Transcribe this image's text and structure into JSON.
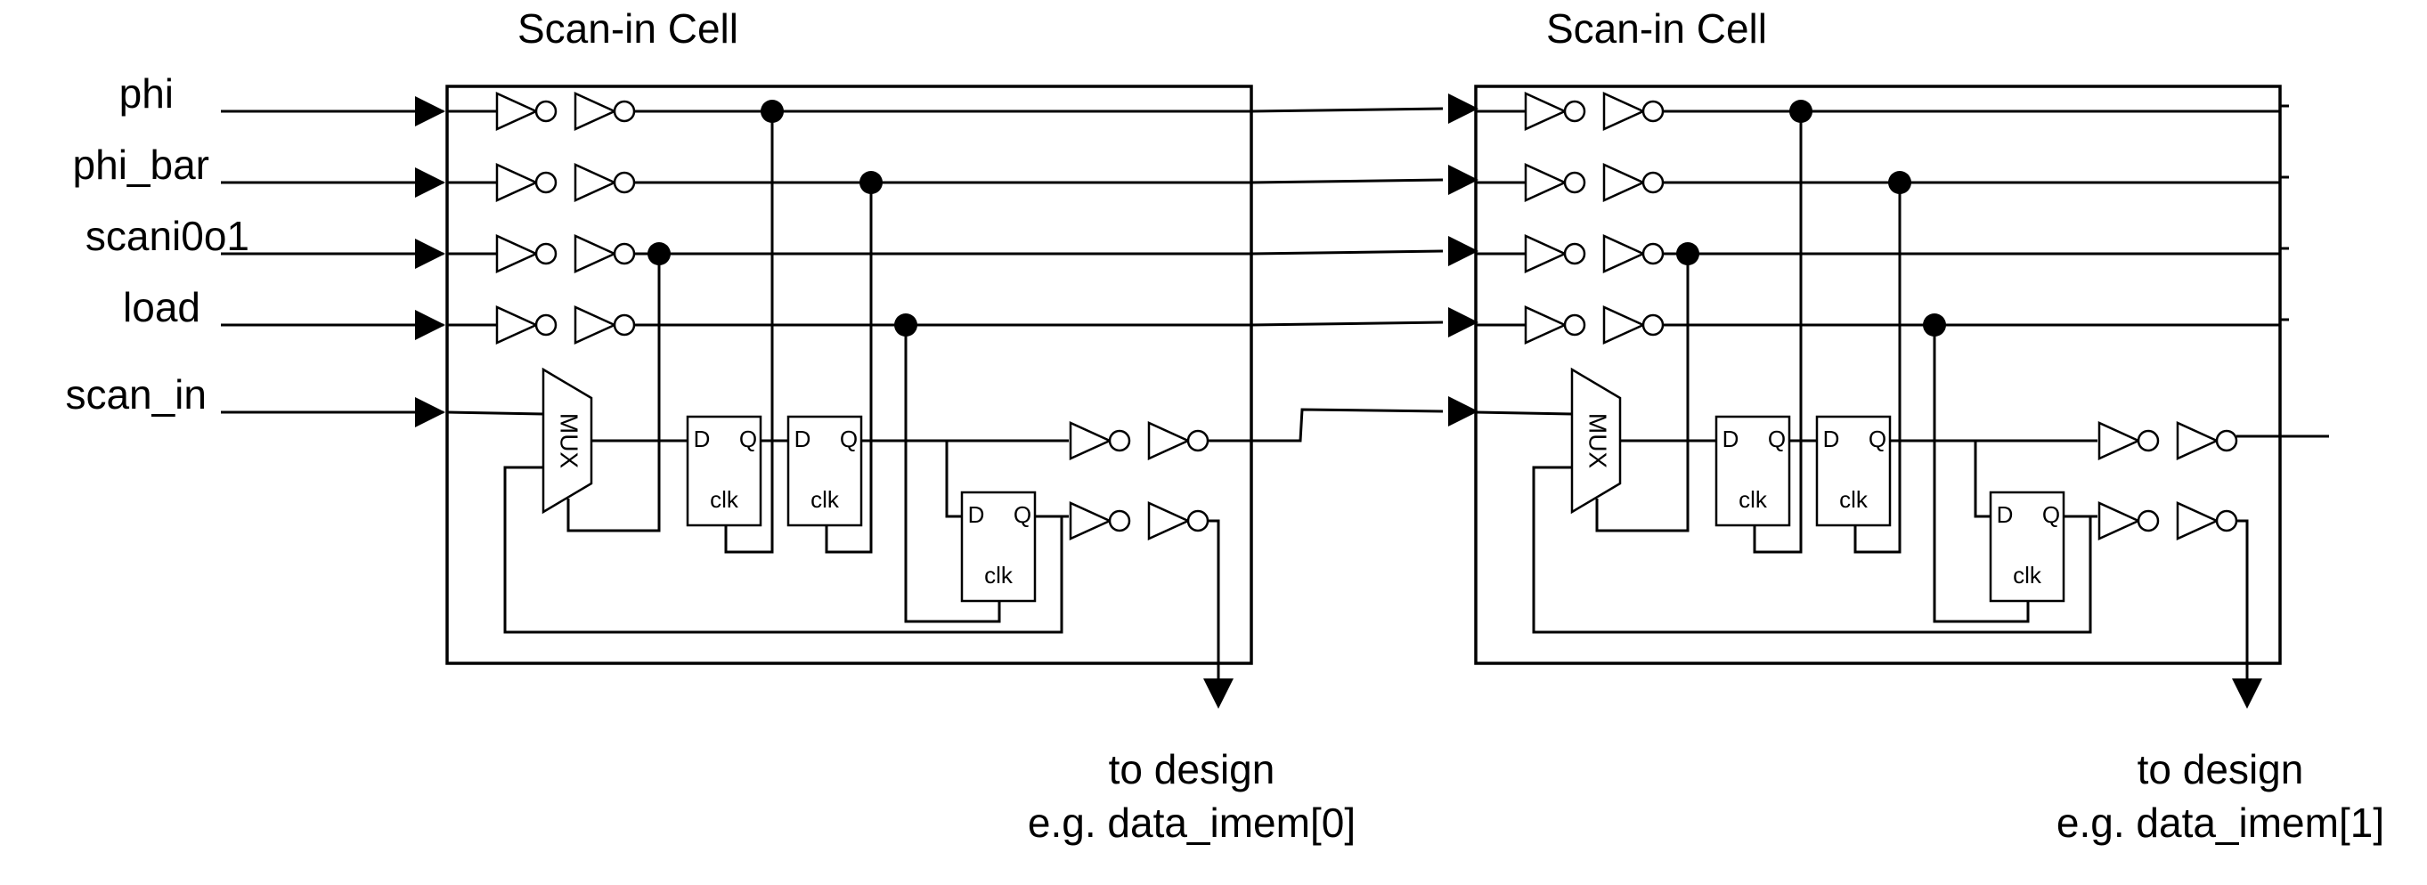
{
  "diagram": {
    "title": "Scan-in Cell",
    "signals": [
      "phi",
      "phi_bar",
      "scani0o1",
      "load",
      "scan_in"
    ],
    "mux_label": "MUX",
    "ff_labels": {
      "d": "D",
      "q": "Q",
      "clk": "clk"
    },
    "cells": [
      {
        "title": "Scan-in Cell",
        "output_line1": "to design",
        "output_line2": "e.g. data_imem[0]"
      },
      {
        "title": "Scan-in Cell",
        "output_line1": "to design",
        "output_line2": "e.g. data_imem[1]"
      }
    ]
  }
}
